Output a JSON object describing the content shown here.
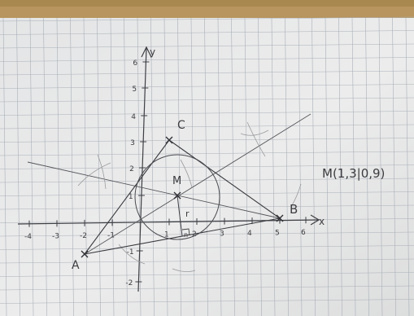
{
  "colors": {
    "wood": "#b8955e",
    "paper": "#e9eaea",
    "grid": "#a9b0b8",
    "pencil": "#45464b",
    "compass_arcs": "#9a9b9e"
  },
  "labels": {
    "point_a": "A",
    "point_b": "B",
    "point_c": "C",
    "point_m": "M",
    "radius_r": "r",
    "x_axis": "x",
    "y_axis": "y",
    "right_angle": "n",
    "result": "M(1,3|0,9)"
  },
  "x_ticks": [
    "-4",
    "-3",
    "-2",
    "-1",
    "1",
    "2",
    "3",
    "4",
    "5",
    "6"
  ],
  "y_ticks": [
    "6",
    "5",
    "4",
    "3",
    "2",
    "1",
    "-1",
    "-2"
  ],
  "points": {
    "A": [
      -2,
      -1
    ],
    "B": [
      5,
      0.2
    ],
    "C": [
      1,
      3
    ],
    "M": [
      1.3,
      0.9
    ]
  },
  "incircle_radius": 1.1
}
